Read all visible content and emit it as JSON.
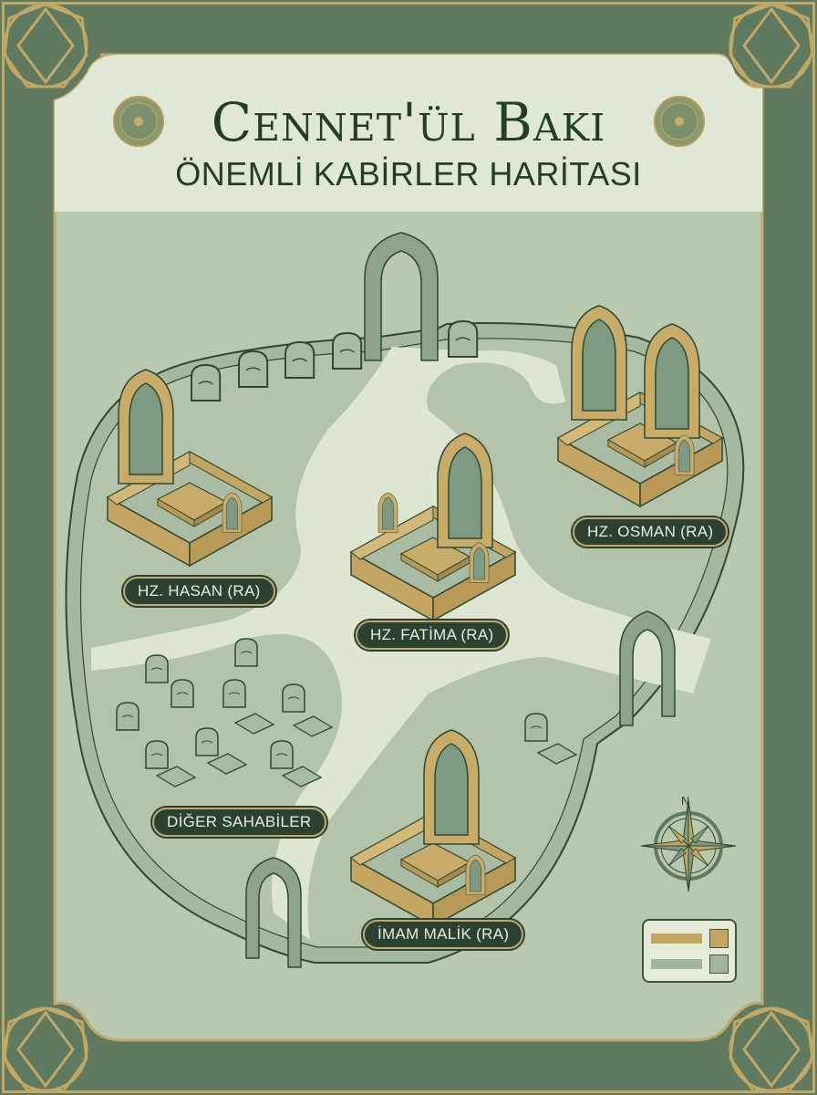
{
  "title": {
    "main": "Cennet'ül Baki",
    "subtitle": "ÖNEMLİ KABİRLER HARİTASI"
  },
  "labels": {
    "hasan": "HZ. HASAN (RA)",
    "fatima": "HZ. FATİMA (RA)",
    "osman": "HZ. OSMAN (RA)",
    "diger": "DİĞER SAHABİLER",
    "malik": "İMAM MALİK (RA)"
  },
  "compass": {
    "north_label": "N",
    "icon": "compass-rose-icon"
  },
  "legend": {
    "items": [
      {
        "color": "#c4a662",
        "meaning": "important-tomb"
      },
      {
        "color": "#a3b39e",
        "meaning": "other-grave"
      }
    ]
  },
  "colors": {
    "frame": "#5f7a5f",
    "gold": "#c2a865",
    "panel": "#dfe8d4",
    "map_ground": "#b9c9b0",
    "path": "#dce6d1",
    "dark_area": "#a6b89e",
    "wall": "#8ea38a",
    "label_bg": "#2b4232",
    "ink": "#243c2a"
  }
}
